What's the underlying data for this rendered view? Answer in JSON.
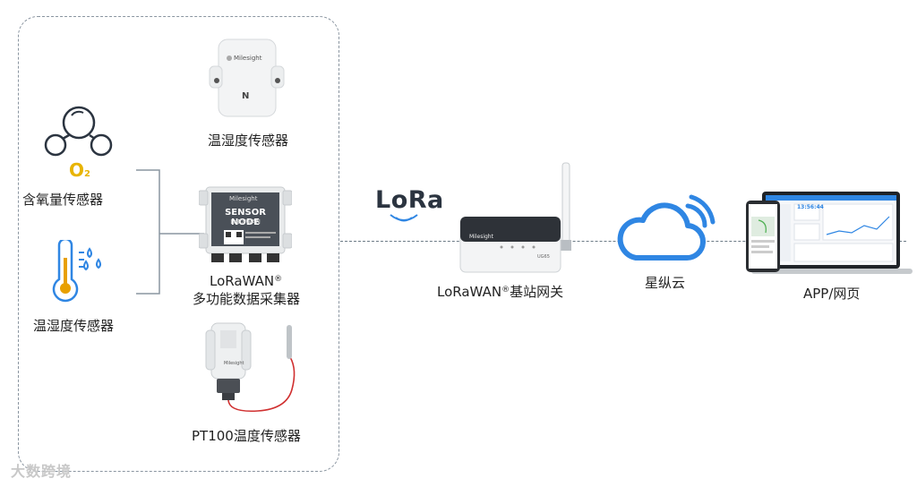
{
  "sensors_left": {
    "oxygen": {
      "label": "含氧量传感器",
      "o2_mark": "O",
      "o2_sub": "2"
    },
    "temp_humidity": {
      "label": "温湿度传感器"
    }
  },
  "devices": {
    "th_sensor_top": {
      "label": "温湿度传感器",
      "brand": "Milesight",
      "nfc": "N"
    },
    "sensor_node": {
      "label_line1": "LoRaWAN",
      "label_reg": "®",
      "label_line2": "多功能数据采集器",
      "brand": "Milesight",
      "plate_title": "SENSOR NODE",
      "plate_sub": "LoRaWAN"
    },
    "pt100": {
      "label": "PT100温度传感器",
      "brand": "Milesight"
    }
  },
  "lora_logo": "LoRa",
  "gateway": {
    "label": "LoRaWAN",
    "label_reg": "®",
    "label_suffix": "基站网关",
    "brand": "Milesight",
    "model": "UG65"
  },
  "cloud": {
    "label": "星纵云"
  },
  "app": {
    "label": "APP/网页",
    "readout": "13:56:44"
  },
  "watermark": "大数跨境",
  "colors": {
    "accent_blue": "#2f86e3",
    "dark": "#2b3440",
    "line": "#6c7a86"
  }
}
